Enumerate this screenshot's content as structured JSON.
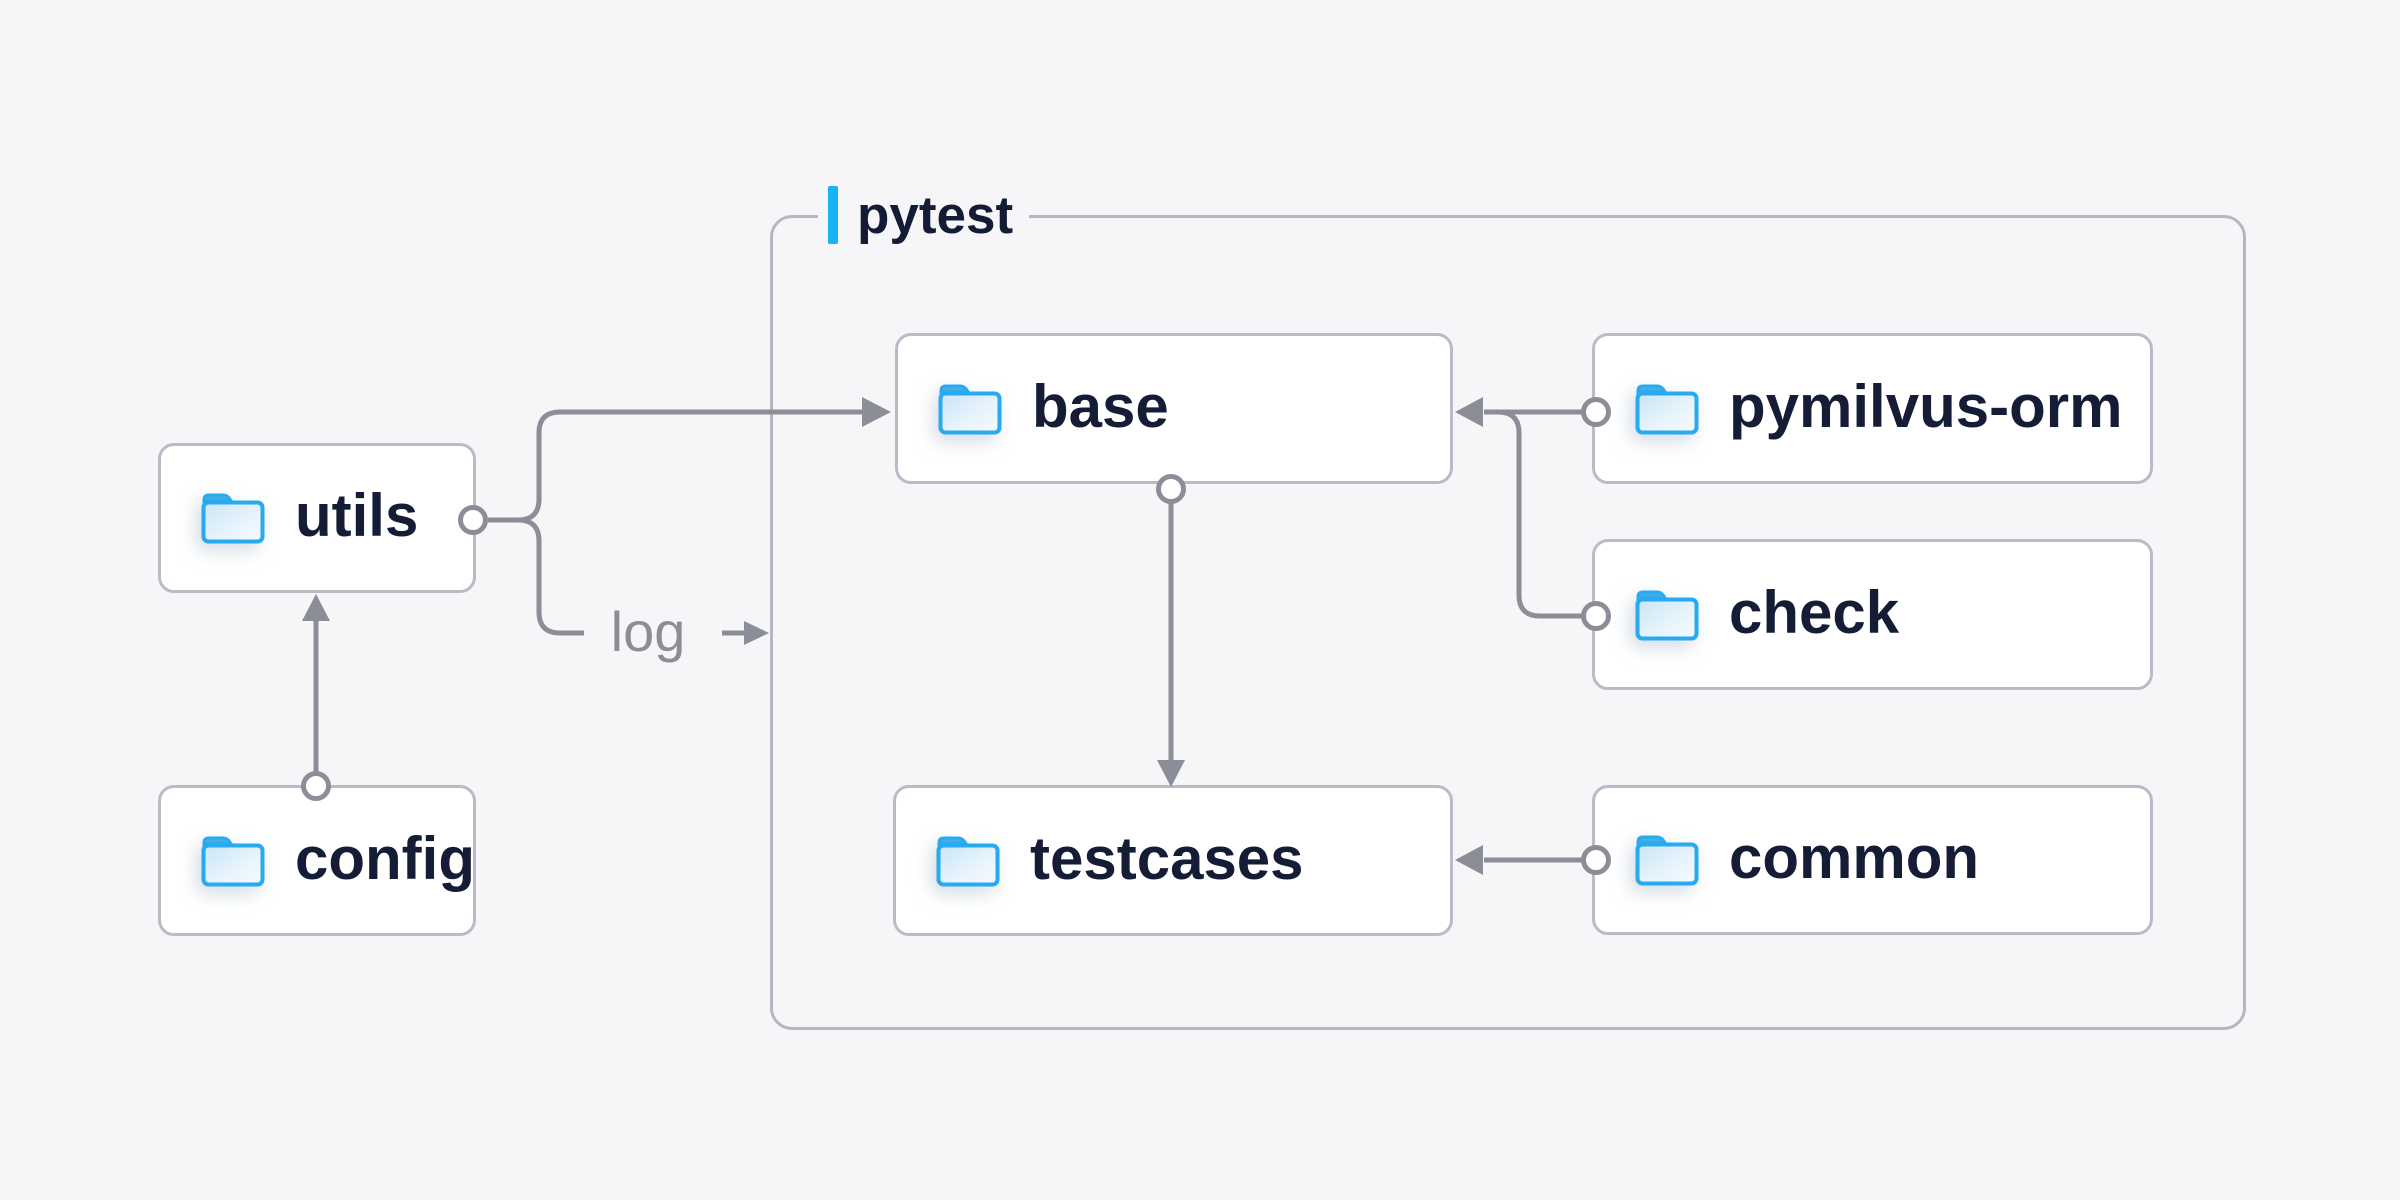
{
  "container": {
    "label": "pytest",
    "children": [
      "base",
      "pymilvus-orm",
      "check",
      "testcases",
      "common"
    ]
  },
  "nodes": {
    "utils": {
      "label": "utils"
    },
    "config": {
      "label": "config"
    },
    "base": {
      "label": "base"
    },
    "testcases": {
      "label": "testcases"
    },
    "pymilvus-orm": {
      "label": "pymilvus-orm"
    },
    "check": {
      "label": "check"
    },
    "common": {
      "label": "common"
    }
  },
  "edge_labels": {
    "log": "log"
  },
  "edges": [
    {
      "from": "config",
      "to": "utils"
    },
    {
      "from": "utils",
      "to": "base"
    },
    {
      "from": "utils",
      "to": "pytest-container",
      "label": "log"
    },
    {
      "from": "pymilvus-orm",
      "to": "base"
    },
    {
      "from": "check",
      "to": "base"
    },
    {
      "from": "base",
      "to": "testcases"
    },
    {
      "from": "common",
      "to": "testcases"
    }
  ],
  "icons": {
    "node_icon": "folder-icon"
  },
  "colors": {
    "background": "#f6f6f8",
    "node_background": "#ffffff",
    "node_border": "#b9bbc6",
    "container_border": "#b5b7c2",
    "connector": "#8b8e97",
    "accent_blue": "#17b3f4",
    "folder_outline": "#27aaef",
    "node_text": "#141c36",
    "edge_label_text": "#8b8e97"
  }
}
